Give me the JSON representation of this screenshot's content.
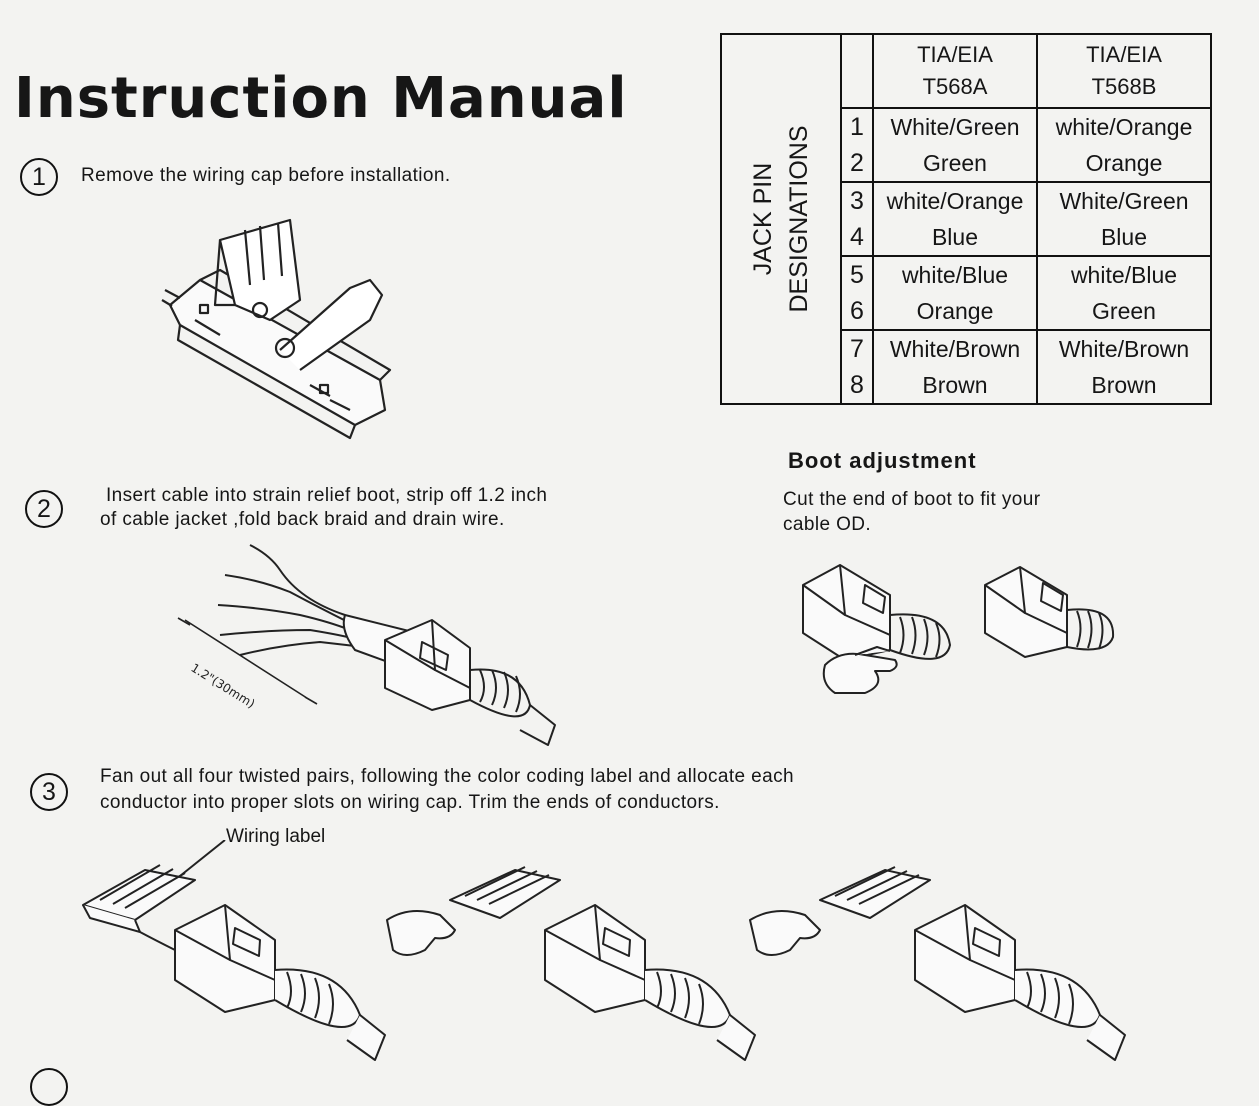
{
  "title": "Instruction Manual",
  "steps": [
    {
      "num": "1",
      "text": "Remove the wiring cap before installation."
    },
    {
      "num": "2",
      "text": "Insert cable into strain relief boot, strip off 1.2 inch",
      "text2": "of cable jacket ,fold back braid and drain wire.",
      "dimension": "1.2\"(30mm)"
    },
    {
      "num": "3",
      "text": "Fan out all four twisted pairs, following the color coding label and allocate each",
      "text2": "conductor into proper slots on wiring cap. Trim the ends of conductors.",
      "callout": "Wiring label"
    }
  ],
  "table": {
    "side_label_line1": "JACK PIN",
    "side_label_line2": "DESIGNATIONS",
    "col_a_1": "TIA/EIA",
    "col_a_2": "T568A",
    "col_b_1": "TIA/EIA",
    "col_b_2": "T568B",
    "rows": [
      {
        "pin": "1",
        "a": "White/Green",
        "b": "white/Orange"
      },
      {
        "pin": "2",
        "a": "Green",
        "b": "Orange"
      },
      {
        "pin": "3",
        "a": "white/Orange",
        "b": "White/Green"
      },
      {
        "pin": "4",
        "a": "Blue",
        "b": "Blue"
      },
      {
        "pin": "5",
        "a": "white/Blue",
        "b": "white/Blue"
      },
      {
        "pin": "6",
        "a": "Orange",
        "b": "Green"
      },
      {
        "pin": "7",
        "a": "White/Brown",
        "b": "White/Brown"
      },
      {
        "pin": "8",
        "a": "Brown",
        "b": "Brown"
      }
    ]
  },
  "boot": {
    "title": "Boot adjustment",
    "text1": "Cut the end of boot to fit your",
    "text2": "cable OD."
  }
}
